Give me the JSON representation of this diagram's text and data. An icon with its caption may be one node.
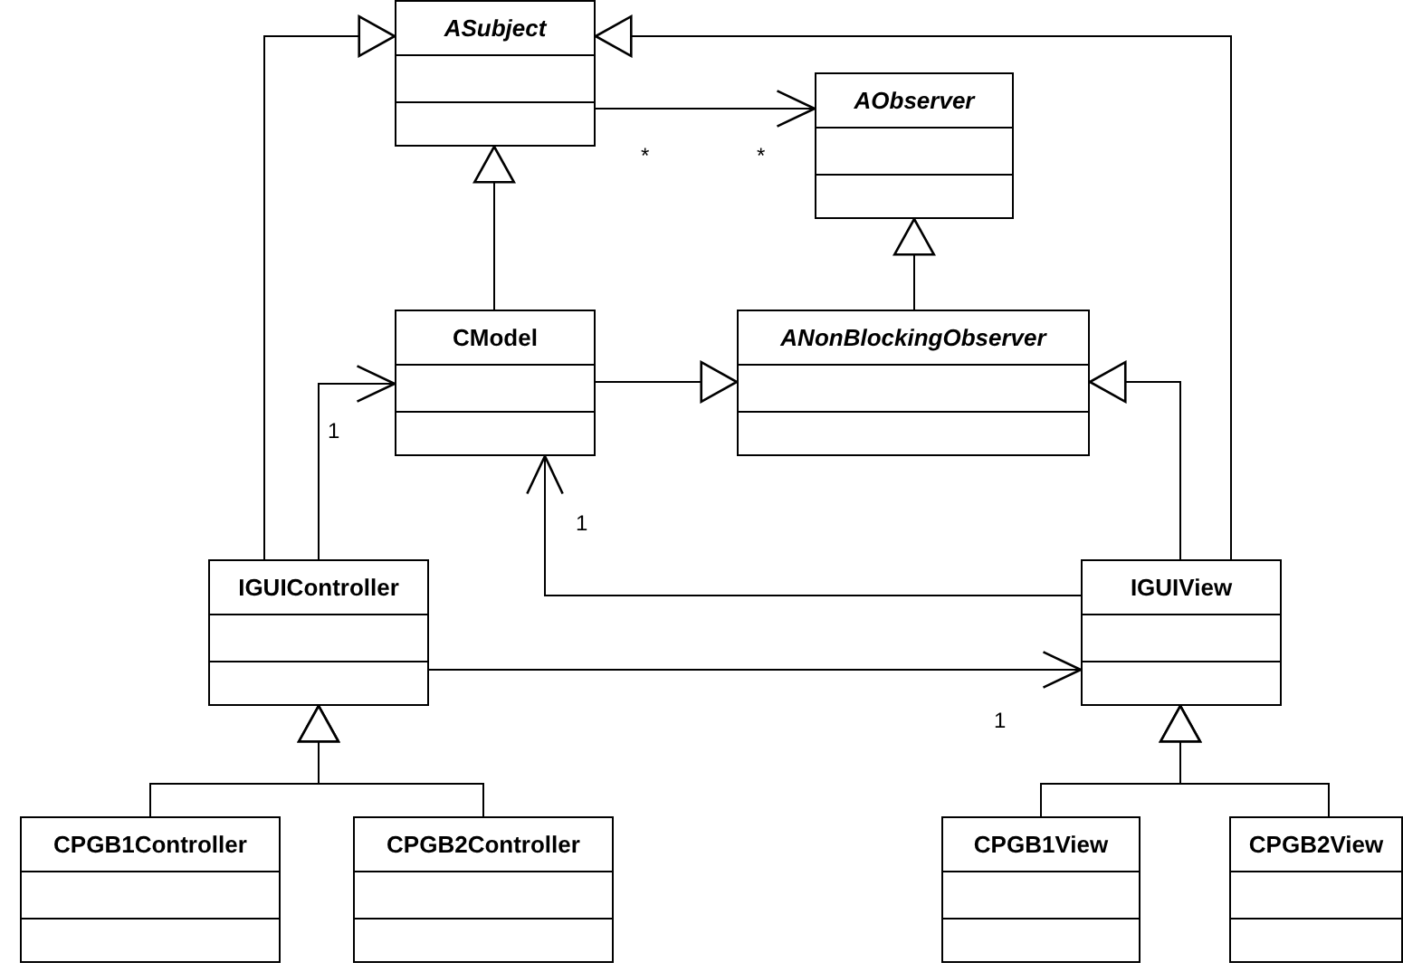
{
  "diagram": {
    "nodes": [
      {
        "text": [
          "ASubject"
        ]
      },
      {
        "text": [
          "AObserver"
        ]
      },
      {
        "text": [
          "CModel"
        ]
      },
      {
        "text": [
          "ANonBlockingObserver"
        ]
      },
      {
        "text": [
          "IGUIController"
        ]
      },
      {
        "text": [
          "IGUIView"
        ]
      },
      {
        "text": [
          "CPGB1Controller"
        ]
      },
      {
        "text": [
          "CPGB2Controller"
        ]
      },
      {
        "text": [
          "CPGB1View"
        ]
      },
      {
        "text": [
          "CPGB2View"
        ]
      }
    ],
    "edges": [
      {
        "from": 2,
        "to": 0,
        "arrow": "to"
      },
      {
        "from": 0,
        "to": 1,
        "arrow": "to"
      },
      {
        "from": 3,
        "to": 1,
        "arrow": "to"
      },
      {
        "from": 2,
        "to": 3,
        "arrow": "to"
      },
      {
        "from": 4,
        "to": 0,
        "arrow": "to"
      },
      {
        "from": 5,
        "to": 0,
        "arrow": "to"
      },
      {
        "from": 4,
        "to": 2,
        "arrow": "to",
        "label": "1"
      },
      {
        "from": 5,
        "to": 2,
        "arrow": "to",
        "label": "1"
      },
      {
        "from": 5,
        "to": 3,
        "arrow": "to"
      },
      {
        "from": 4,
        "to": 5,
        "arrow": "to",
        "label": "1"
      },
      {
        "from": 6,
        "to": 4,
        "arrow": "to"
      },
      {
        "from": 7,
        "to": 4,
        "arrow": "to"
      },
      {
        "from": 8,
        "to": 5,
        "arrow": "to"
      },
      {
        "from": 9,
        "to": 5,
        "arrow": "to"
      }
    ],
    "labels": [
      "*",
      "*"
    ]
  }
}
